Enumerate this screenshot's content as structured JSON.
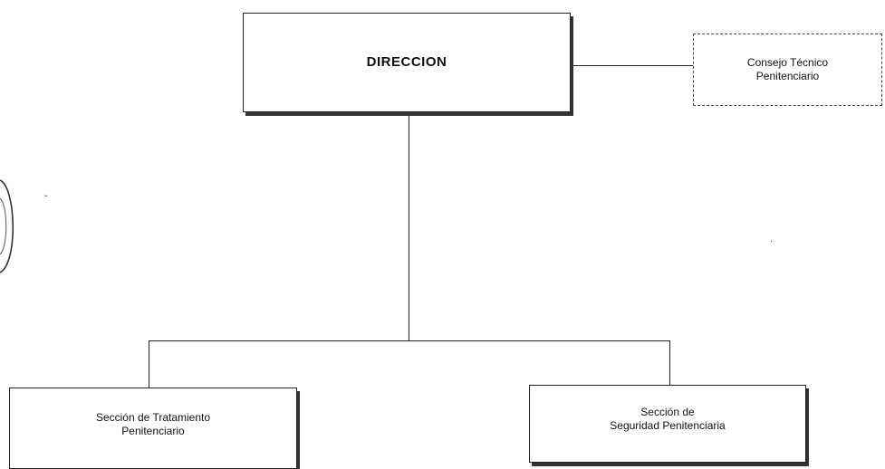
{
  "diagram": {
    "root": {
      "label": "DIRECCION"
    },
    "advisory": {
      "line1": "Consejo Técnico",
      "line2": "Penitenciario"
    },
    "children": [
      {
        "line1": "Sección de Tratamiento",
        "line2": "Penitenciario"
      },
      {
        "line1": "Sección de",
        "line2": "Seguridad Penitenciaria"
      }
    ]
  },
  "colors": {
    "line": "#222222",
    "box_border": "#222222",
    "background": "#ffffff"
  }
}
